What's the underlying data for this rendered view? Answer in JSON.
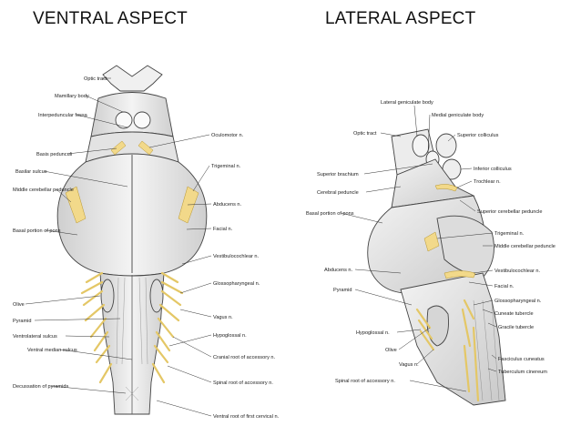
{
  "headings": {
    "ventral": "VENTRAL ASPECT",
    "lateral": "LATERAL ASPECT"
  },
  "ventral_labels": {
    "left": [
      "Optic tract",
      "Mamillary body",
      "Interpeduncular fossa",
      "Basis pedunculi",
      "Basilar sulcus",
      "Middle cerebellar peduncle",
      "Basal portion of pons",
      "Olive",
      "Pyramid",
      "Ventrolateral sulcus",
      "Ventral median sulcus",
      "Decussation of pyramids"
    ],
    "right": [
      "Oculomotor n.",
      "Trigeminal n.",
      "Abducens n.",
      "Facial n.",
      "Vestibulocochlear n.",
      "Glossopharyngeal n.",
      "Vagus n.",
      "Hypoglossal n.",
      "Cranial root of accessory n.",
      "Spinal root of accessory n.",
      "Ventral root of first cervical n."
    ]
  },
  "lateral_labels": {
    "top": [
      "Lateral geniculate body",
      "Medial geniculate body",
      "Optic tract",
      "Superior colliculus"
    ],
    "left": [
      "Superior brachium",
      "Cerebral peduncle",
      "Basal portion of pons",
      "Abducens n.",
      "Pyramid",
      "Hypoglossal n.",
      "Olive",
      "Vagus n.",
      "Spinal root of accessory n."
    ],
    "right": [
      "Inferior colliculus",
      "Trochlear n.",
      "Superior cerebellar peduncle",
      "Trigeminal n.",
      "Middle cerebellar peduncle",
      "Vestibulocochlear n.",
      "Facial n.",
      "Glossopharyngeal n.",
      "Cuneate tubercle",
      "Gracile tubercle",
      "Fasciculus cuneatus",
      "Tuberculum cinereum"
    ]
  },
  "colors": {
    "nerve_fill": "#f2d98a",
    "nerve_stroke": "#b8962e",
    "tissue": "#e8e8e8",
    "outline": "#444444"
  }
}
